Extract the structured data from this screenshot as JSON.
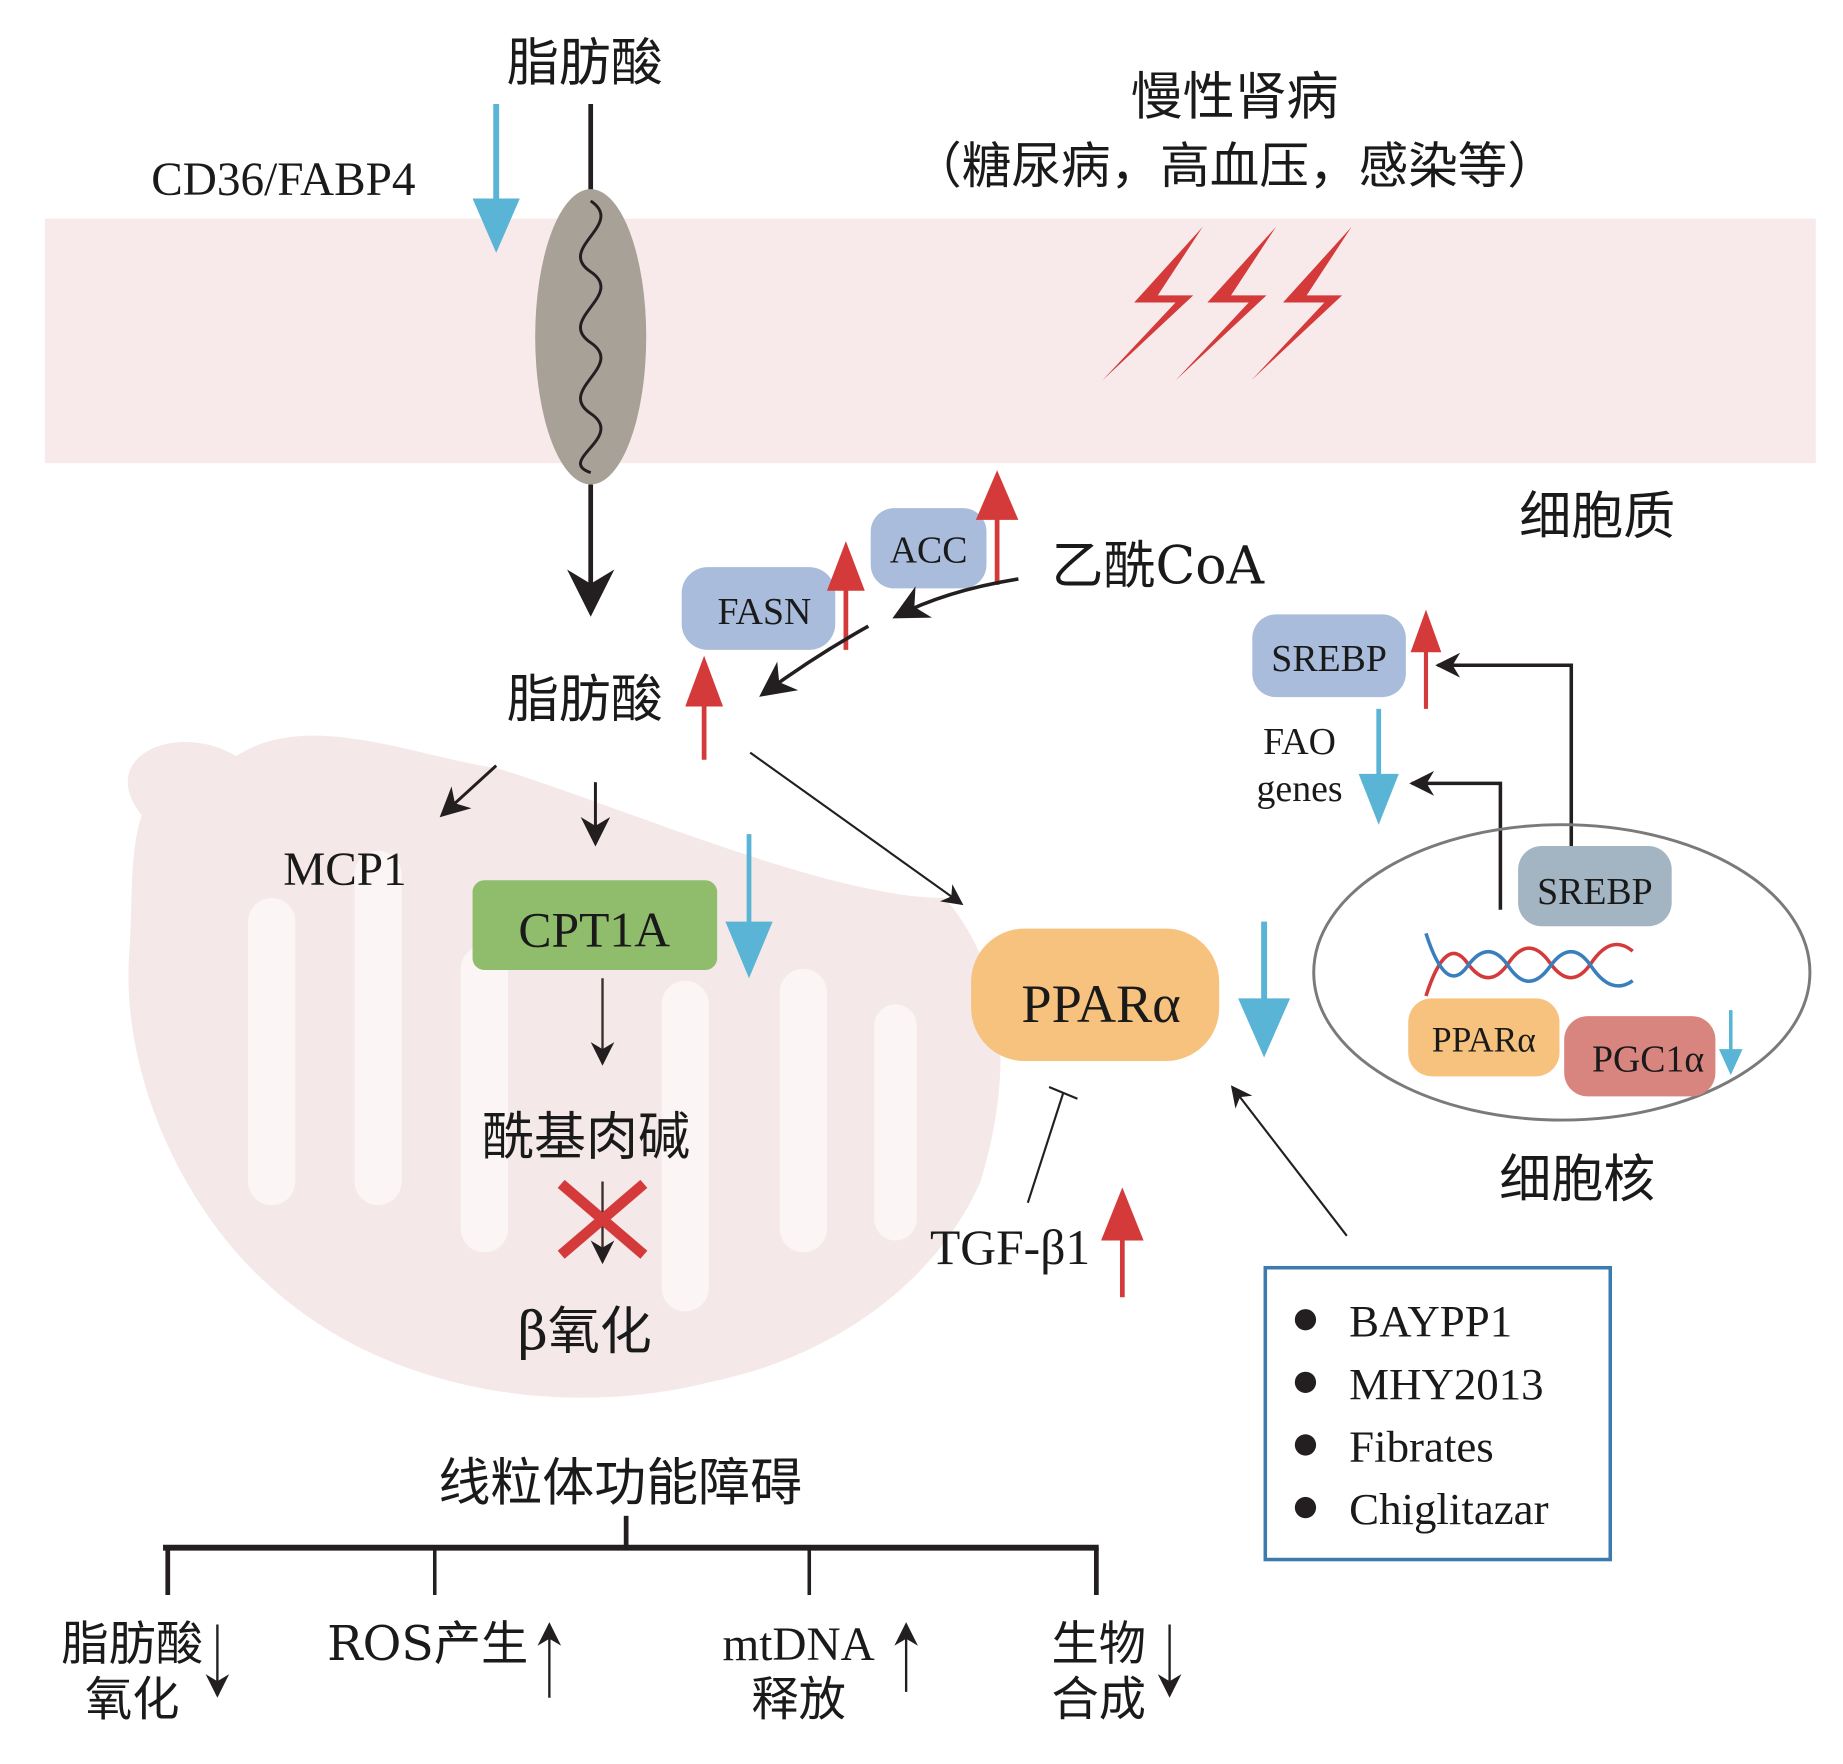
{
  "colors": {
    "membrane": "#f8eaea",
    "mito": "#f1e4e4",
    "up_arrow": "#d43a3a",
    "down_arrow": "#5ab4d6",
    "enzyme_box": "#a9bcdc",
    "srebp_nuc_box": "#a3b5c3",
    "cpt1a_box": "#8fbd6c",
    "ppara_box": "#f6c27d",
    "pgc1a_box": "#d9857f",
    "transporter": "#a8a198",
    "drug_box_border": "#3c7bb0",
    "black_arrow": "#231f20"
  },
  "top": {
    "fatty_acid_extracellular": "脂肪酸",
    "transporter_label": "CD36/FABP4",
    "transporter_change": "down",
    "ckd_title": "慢性肾病",
    "ckd_causes": "（糖尿病，高血压，感染等）"
  },
  "cytoplasm_label": "细胞质",
  "nucleus_label": "细胞核",
  "lipogenesis": {
    "acetyl_coa": "乙酰CoA",
    "acc": {
      "label": "ACC",
      "change": "up"
    },
    "fasn": {
      "label": "FASN",
      "change": "up"
    },
    "fatty_acid_intracellular": {
      "label": "脂肪酸",
      "change": "up"
    }
  },
  "mitochondria": {
    "mcp1": "MCP1",
    "cpt1a": {
      "label": "CPT1A",
      "change": "down"
    },
    "acylcarnitine": "酰基肉碱",
    "beta_oxidation": "β氧化",
    "blocked_icon": "red-x"
  },
  "ppara": {
    "label": "PPARα",
    "change": "down"
  },
  "tgf": {
    "label": "TGF-β1",
    "change": "up",
    "effect": "inhibits PPARα"
  },
  "srebp_cyto": {
    "label": "SREBP",
    "change": "up"
  },
  "fao_genes": {
    "line1": "FAO",
    "line2": "genes",
    "change": "down"
  },
  "nucleus": {
    "srebp": "SREBP",
    "ppara": "PPARα",
    "pgc1a": {
      "label": "PGC1α",
      "change": "down"
    }
  },
  "drugs": {
    "items": [
      "BAYPP1",
      "MHY2013",
      "Fibrates",
      "Chiglitazar"
    ]
  },
  "dysfunction": {
    "title": "线粒体功能障碍",
    "branches": [
      {
        "line1": "脂肪酸",
        "line2": "氧化",
        "change": "down"
      },
      {
        "line1": "ROS产生",
        "line2": "",
        "change": "up"
      },
      {
        "line1": "mtDNA",
        "line2": "释放",
        "change": "up"
      },
      {
        "line1": "生物",
        "line2": "合成",
        "change": "down"
      }
    ]
  }
}
